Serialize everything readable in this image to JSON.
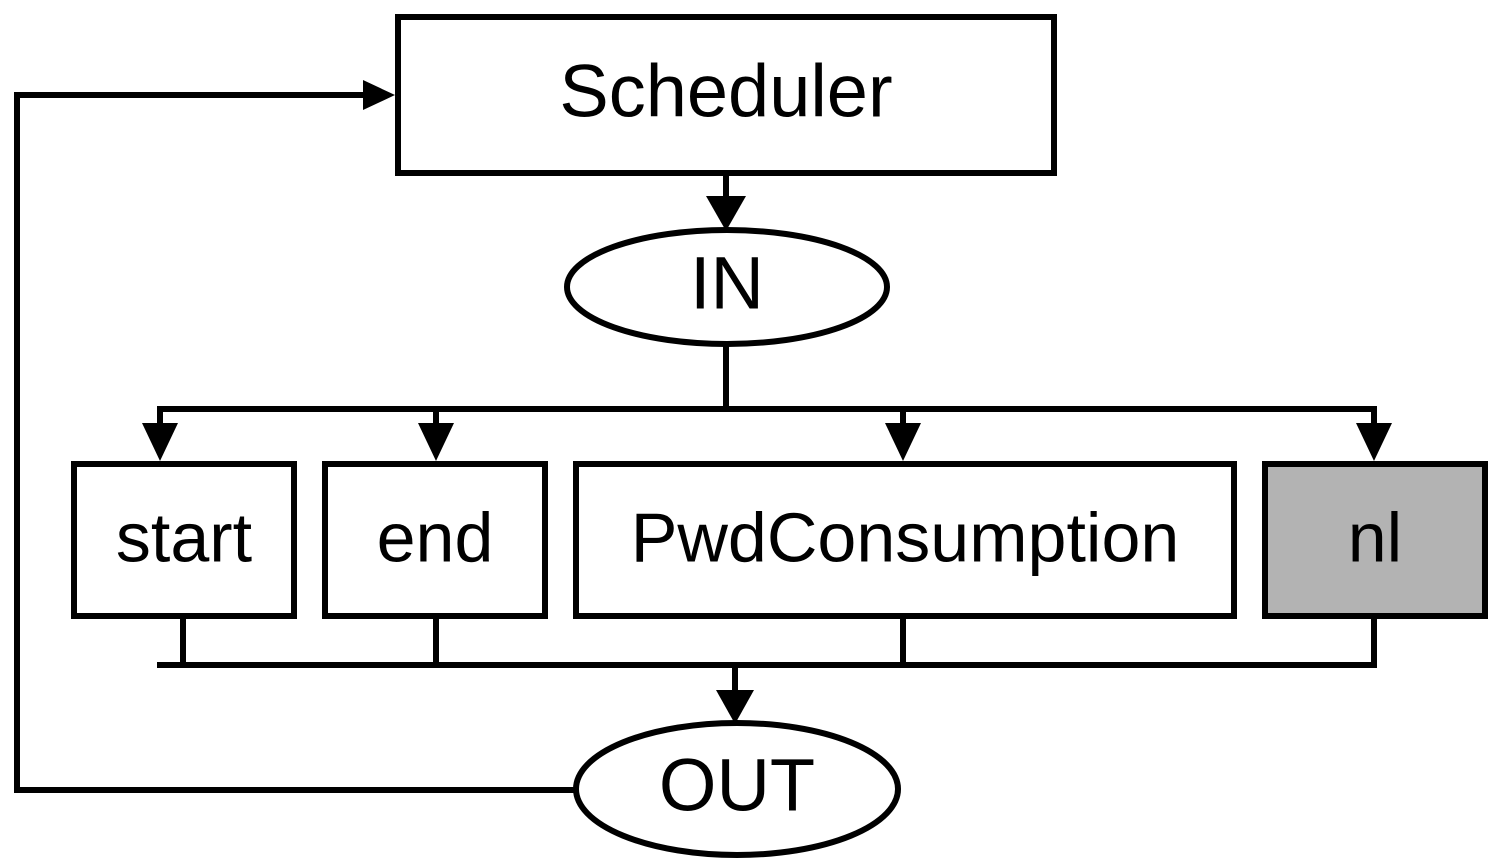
{
  "diagram": {
    "title": "Scheduler task flow diagram",
    "colors": {
      "stroke": "#000000",
      "background": "#ffffff",
      "node_fill": "#ffffff",
      "highlight_fill": "#b3b3b3"
    },
    "nodes": {
      "scheduler": {
        "label": "Scheduler",
        "shape": "rectangle",
        "fill": "white"
      },
      "in": {
        "label": "IN",
        "shape": "ellipse",
        "fill": "white"
      },
      "start": {
        "label": "start",
        "shape": "rectangle",
        "fill": "white"
      },
      "end": {
        "label": "end",
        "shape": "rectangle",
        "fill": "white"
      },
      "pwd_consumption": {
        "label": "PwdConsumption",
        "shape": "rectangle",
        "fill": "white"
      },
      "nl": {
        "label": "nl",
        "shape": "rectangle",
        "fill": "gray"
      },
      "out": {
        "label": "OUT",
        "shape": "ellipse",
        "fill": "white"
      }
    },
    "edges": [
      {
        "from": "scheduler",
        "to": "in",
        "style": "arrow"
      },
      {
        "from": "in",
        "to": "start",
        "style": "arrow"
      },
      {
        "from": "in",
        "to": "end",
        "style": "arrow"
      },
      {
        "from": "in",
        "to": "pwd_consumption",
        "style": "arrow"
      },
      {
        "from": "in",
        "to": "nl",
        "style": "arrow"
      },
      {
        "from": "start",
        "to": "out",
        "style": "arrow"
      },
      {
        "from": "end",
        "to": "out",
        "style": "arrow"
      },
      {
        "from": "pwd_consumption",
        "to": "out",
        "style": "arrow"
      },
      {
        "from": "nl",
        "to": "out",
        "style": "arrow"
      },
      {
        "from": "out",
        "to": "scheduler",
        "style": "arrow"
      }
    ]
  }
}
